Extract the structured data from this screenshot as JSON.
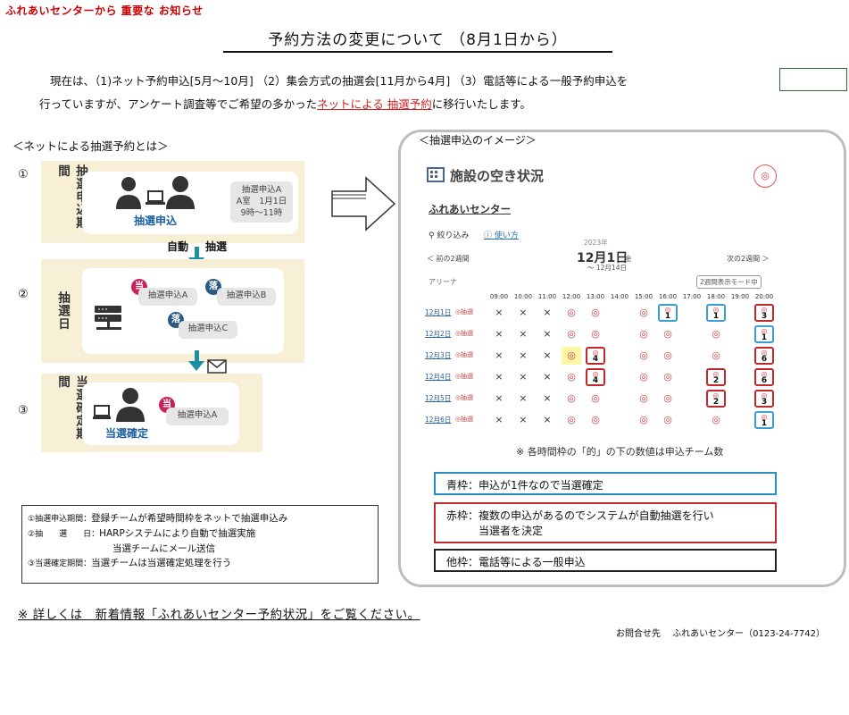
{
  "header": {
    "notice": "ふれあいセンターから 重要な お知らせ",
    "title": "予約方法の変更について （8月1日から）"
  },
  "intro": {
    "line1": "現在は、（1)ネット予約申込[5月～10月] （2）集会方式の抽選会[11月から4月] （3）電話等による一般予約申込を",
    "line2_before": "行っていますが、アンケート調査等でご希望の多かった",
    "line2_link": "ネットによる 抽選予約",
    "line2_after": "に移行いたします。"
  },
  "left": {
    "section_title": "＜ネットによる抽選予約とは＞",
    "steps": [
      {
        "num": "①",
        "label": "抽選申込期間"
      },
      {
        "num": "②",
        "label": "抽選日"
      },
      {
        "num": "③",
        "label": "当選確定期間"
      }
    ],
    "step1": {
      "caption": "抽選申込",
      "info_line1": "抽選申込A",
      "info_line2": "A室　1月1日",
      "info_line3": "9時～11時"
    },
    "arrow1_left": "自動",
    "arrow1_right": "抽選",
    "step2": {
      "win": "当",
      "lose": "落",
      "pill_a": "抽選申込A",
      "pill_b": "抽選申込B",
      "pill_c": "抽選申込C"
    },
    "step3": {
      "caption": "当選確定",
      "win": "当",
      "pill": "抽選申込A"
    }
  },
  "legend": {
    "r1_label": "①抽選申込期間：",
    "r1_text": "登録チームが希望時間枠をネットで抽選申込み",
    "r2_label": "②抽　　選　　日：",
    "r2_text": "HARPシステムにより自動で抽選実施",
    "r3_text": "当選チームにメール送信",
    "r4_label": "③当選確定期間：",
    "r4_text": "当選チームは当選確定処理を行う"
  },
  "footer": {
    "note": "※ 詳しくは　新着情報「ふれあいセンター予約状況」をご覧ください。",
    "contact": "お問合せ先　 ふれあいセンター（0123-24-7742）"
  },
  "right": {
    "section_title": "＜抽選申込のイメージ＞",
    "screen_title": "施設の空き状況",
    "center_name": "ふれあいセンター",
    "filter": "絞り込み",
    "howto": "使い方",
    "prev": "＜ 前の2週間",
    "next": "次の2週間 ＞",
    "year": "2023年",
    "date": "12月1日",
    "weekday": "金",
    "range": "～ 12月14日",
    "mode": "2週間表示モード中",
    "facility": "アリーナ",
    "times": [
      "09:00",
      "10:00",
      "11:00",
      "12:00",
      "13:00",
      "14:00",
      "15:00",
      "16:00",
      "17:00",
      "18:00",
      "19:00",
      "20:00"
    ],
    "rows": [
      {
        "date": "12月1日",
        "tag": "抽選",
        "cells": [
          "x",
          "x",
          "x",
          "p",
          "p",
          "",
          "p",
          "b1",
          "",
          "b1",
          "",
          "r3"
        ]
      },
      {
        "date": "12月2日",
        "tag": "抽選",
        "cells": [
          "x",
          "x",
          "x",
          "p",
          "p",
          "",
          "p",
          "p",
          "",
          "p",
          "",
          "b1"
        ]
      },
      {
        "date": "12月3日",
        "tag": "抽選",
        "cells": [
          "x",
          "x",
          "x",
          "y",
          "r4",
          "",
          "p",
          "p",
          "",
          "p",
          "",
          "r6"
        ]
      },
      {
        "date": "12月4日",
        "tag": "抽選",
        "cells": [
          "x",
          "x",
          "x",
          "p",
          "r4",
          "",
          "p",
          "p",
          "",
          "r2",
          "",
          "r6"
        ]
      },
      {
        "date": "12月5日",
        "tag": "抽選",
        "cells": [
          "x",
          "x",
          "x",
          "p",
          "p",
          "",
          "p",
          "p",
          "",
          "r2",
          "",
          "r3"
        ]
      },
      {
        "date": "12月6日",
        "tag": "抽選",
        "cells": [
          "x",
          "x",
          "x",
          "p",
          "p",
          "",
          "p",
          "p",
          "",
          "p",
          "",
          "b1"
        ]
      }
    ],
    "caption": "※ 各時間枠の「的」の下の数値は申込チーム数",
    "box_blue": "青枠：申込が1件なので当選確定",
    "box_red_1": "赤枠：複数の申込があるのでシステムが自動抽選を行い",
    "box_red_2": "当選者を決定",
    "box_black": "他枠：電話等による一般申込",
    "colors": {
      "blue": "#2a8fc0",
      "red": "#c0282c",
      "teal": "#1d8fa3"
    }
  }
}
